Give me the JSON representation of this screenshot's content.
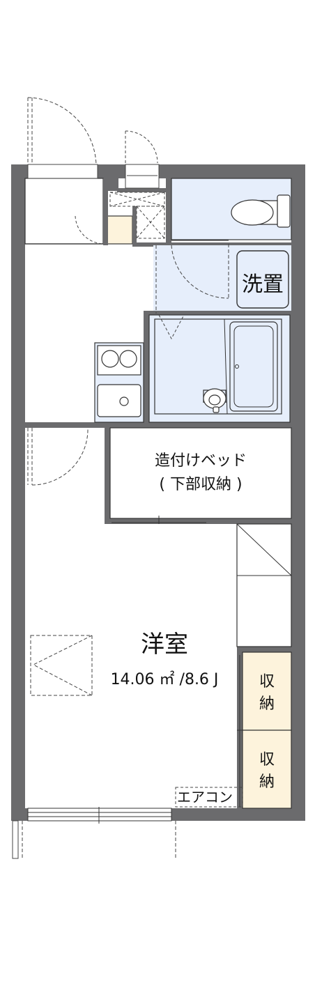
{
  "rooms": {
    "washer": "洗置",
    "bed_line1": "造付けベッド",
    "bed_line2": "( 下部収納 )",
    "main_room": "洋室",
    "area": "14.06 ㎡ /8.6 J",
    "closet_top_1": "収",
    "closet_top_2": "納",
    "closet_bottom_1": "収",
    "closet_bottom_2": "納",
    "aircon": "エアコン"
  },
  "colors": {
    "wall": "#6b6b6d",
    "wet_area": "#e6eefb",
    "closet": "#fdf3dc",
    "entry": "#fdf3dc",
    "line": "#333333"
  }
}
